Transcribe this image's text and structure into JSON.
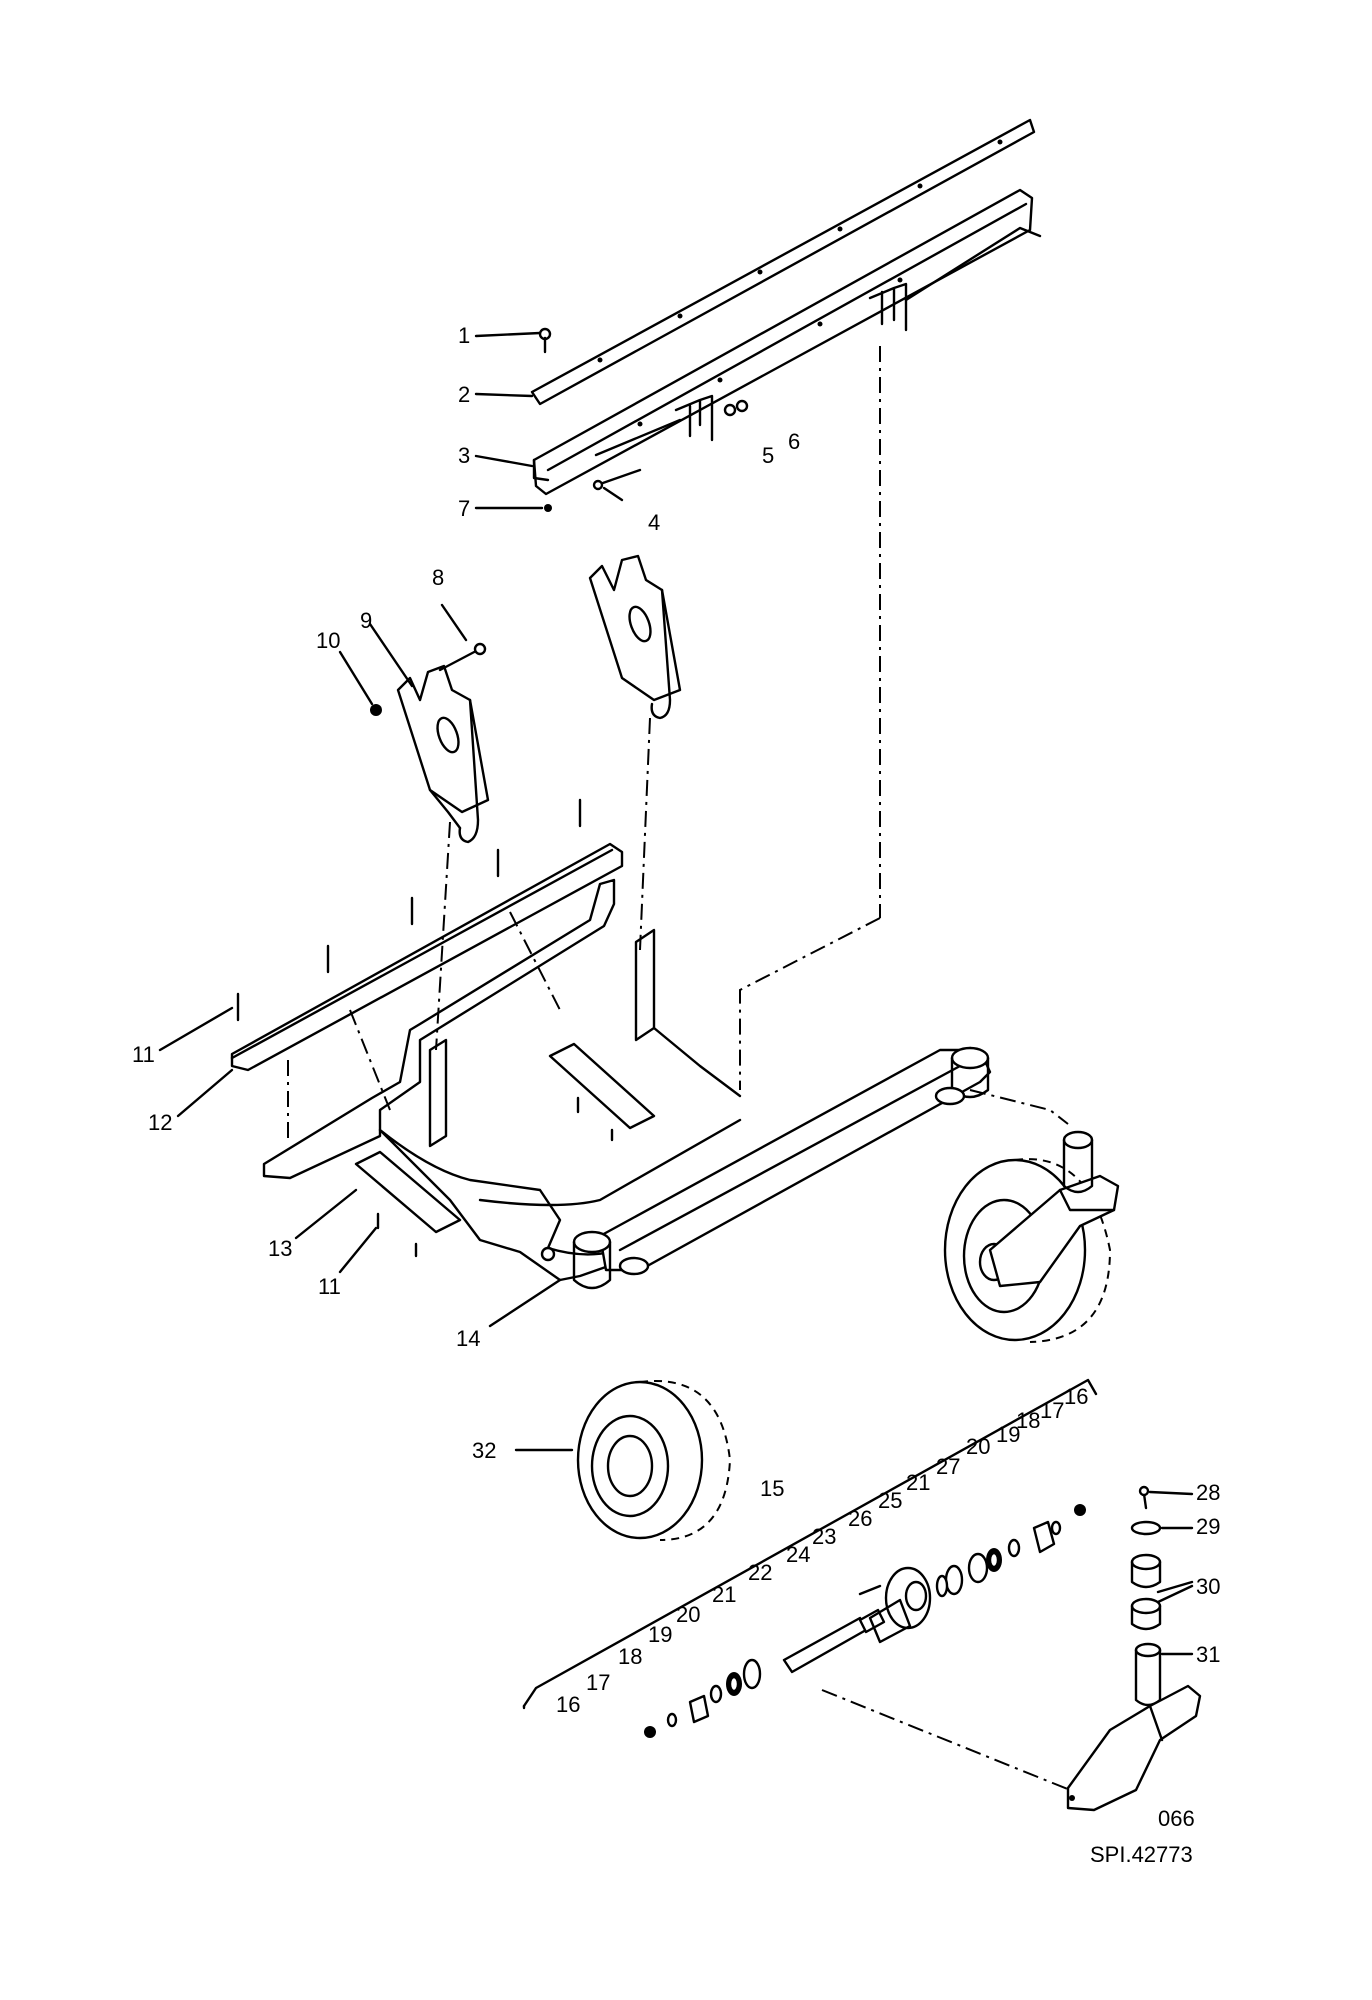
{
  "drawing": {
    "page_number": "066",
    "reference": "SPI.42773"
  },
  "callouts": [
    {
      "id": "1",
      "text": "1"
    },
    {
      "id": "2",
      "text": "2"
    },
    {
      "id": "3",
      "text": "3"
    },
    {
      "id": "4",
      "text": "4"
    },
    {
      "id": "5",
      "text": "5"
    },
    {
      "id": "6",
      "text": "6"
    },
    {
      "id": "7",
      "text": "7"
    },
    {
      "id": "8",
      "text": "8"
    },
    {
      "id": "9",
      "text": "9"
    },
    {
      "id": "10",
      "text": "10"
    },
    {
      "id": "11a",
      "text": "11"
    },
    {
      "id": "12",
      "text": "12"
    },
    {
      "id": "13",
      "text": "13"
    },
    {
      "id": "11b",
      "text": "11"
    },
    {
      "id": "14",
      "text": "14"
    },
    {
      "id": "32",
      "text": "32"
    },
    {
      "id": "15",
      "text": "15"
    },
    {
      "id": "16a",
      "text": "16"
    },
    {
      "id": "17a",
      "text": "17"
    },
    {
      "id": "18a",
      "text": "18"
    },
    {
      "id": "19a",
      "text": "19"
    },
    {
      "id": "20a",
      "text": "20"
    },
    {
      "id": "21a",
      "text": "21"
    },
    {
      "id": "22",
      "text": "22"
    },
    {
      "id": "23",
      "text": "23"
    },
    {
      "id": "24",
      "text": "24"
    },
    {
      "id": "26",
      "text": "26"
    },
    {
      "id": "25",
      "text": "25"
    },
    {
      "id": "21b",
      "text": "21"
    },
    {
      "id": "27",
      "text": "27"
    },
    {
      "id": "20b",
      "text": "20"
    },
    {
      "id": "19b",
      "text": "19"
    },
    {
      "id": "18b",
      "text": "18"
    },
    {
      "id": "17b",
      "text": "17"
    },
    {
      "id": "16b",
      "text": "16"
    },
    {
      "id": "28",
      "text": "28"
    },
    {
      "id": "29",
      "text": "29"
    },
    {
      "id": "30",
      "text": "30"
    },
    {
      "id": "31",
      "text": "31"
    }
  ]
}
